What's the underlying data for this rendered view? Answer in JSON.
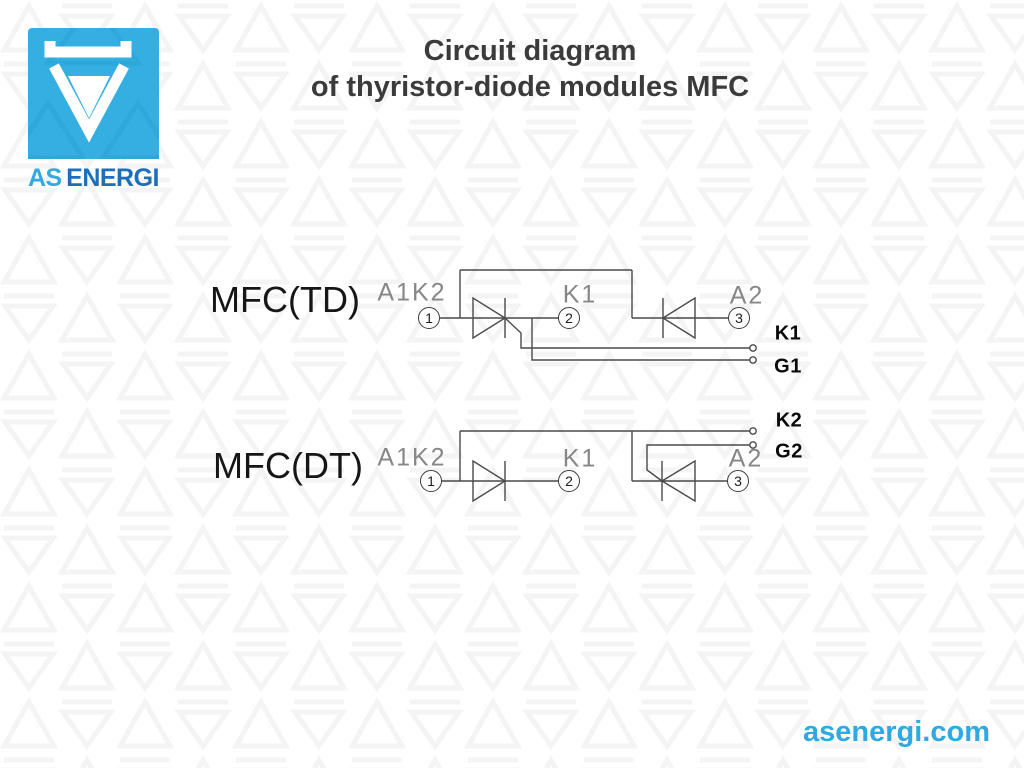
{
  "title": {
    "line1": "Circuit diagram",
    "line2": "of thyristor-diode modules MFC"
  },
  "logo": {
    "as": "AS",
    "energi": "ENERGI"
  },
  "website": "asenergi.com",
  "circuits": [
    {
      "name": "MFC(TD)",
      "elements": [
        "thyristor",
        "diode"
      ],
      "t1": {
        "num": "1",
        "label": "A1K2"
      },
      "t2": {
        "num": "2",
        "label": "K1"
      },
      "t3": {
        "num": "3",
        "label": "A2"
      },
      "aux_top": "K1",
      "aux_bottom": "G1"
    },
    {
      "name": "MFC(DT)",
      "elements": [
        "diode",
        "thyristor"
      ],
      "t1": {
        "num": "1",
        "label": "A1K2"
      },
      "t2": {
        "num": "2",
        "label": "K1"
      },
      "t3": {
        "num": "3",
        "label": "A2"
      },
      "aux_top": "K2",
      "aux_bottom": "G2"
    }
  ],
  "colors": {
    "accent_blue": "#2FA9E1",
    "logo_blue": "#35AFE1",
    "energi_blue": "#1C6FB8",
    "wire": "#4A4A4A",
    "title_text": "#3B3B3B",
    "label_gray": "#878787",
    "pattern_gray": "#F4F4F4"
  }
}
